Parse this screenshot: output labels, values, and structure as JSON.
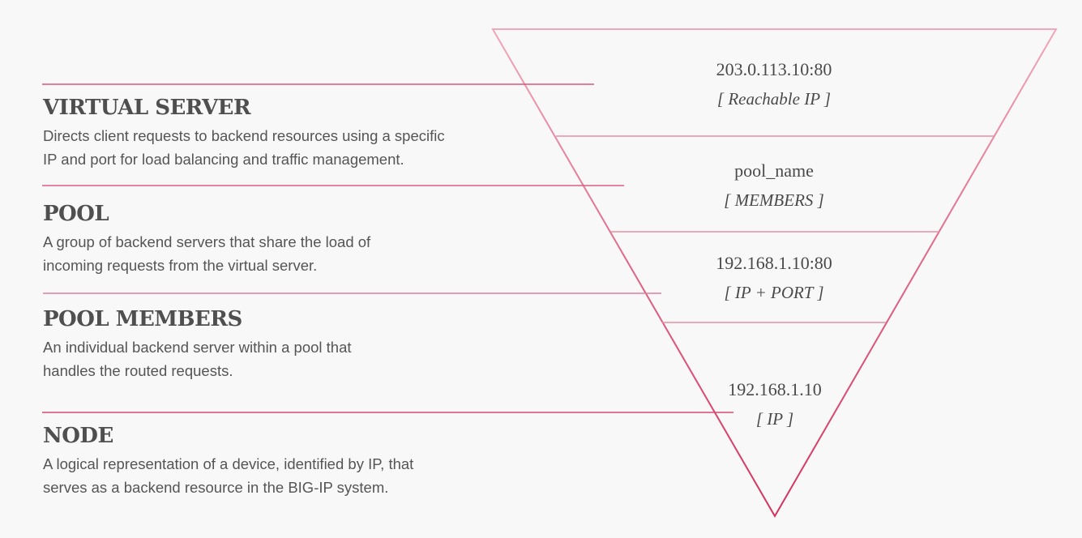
{
  "colors": {
    "background": "#f8f8f8",
    "line_light": "#efa3b5",
    "line_dark": "#d42c5a",
    "heading_text": "#4f4f4f",
    "body_text": "#555555"
  },
  "sections": [
    {
      "title": "VIRTUAL SERVER",
      "description_line1": "Directs client requests to backend resources using a specific",
      "description_line2": "IP and port for load balancing and traffic management."
    },
    {
      "title": "POOL",
      "description_line1": "A group of backend servers that share the load of",
      "description_line2": "incoming requests from the virtual server."
    },
    {
      "title": "POOL MEMBERS",
      "description_line1": "An individual backend server within a pool that",
      "description_line2": "handles the routed requests."
    },
    {
      "title": "NODE",
      "description_line1": "A logical representation of a device, identified by IP, that",
      "description_line2": "serves as a backend resource in the BIG-IP system."
    }
  ],
  "funnel": {
    "tiers": [
      {
        "value": "203.0.113.10:80",
        "tag": "[ Reachable IP ]"
      },
      {
        "value": "pool_name",
        "tag": "[ MEMBERS ]"
      },
      {
        "value": "192.168.1.10:80",
        "tag": "[ IP + PORT ]"
      },
      {
        "value": "192.168.1.10",
        "tag": "[ IP ]"
      }
    ]
  }
}
